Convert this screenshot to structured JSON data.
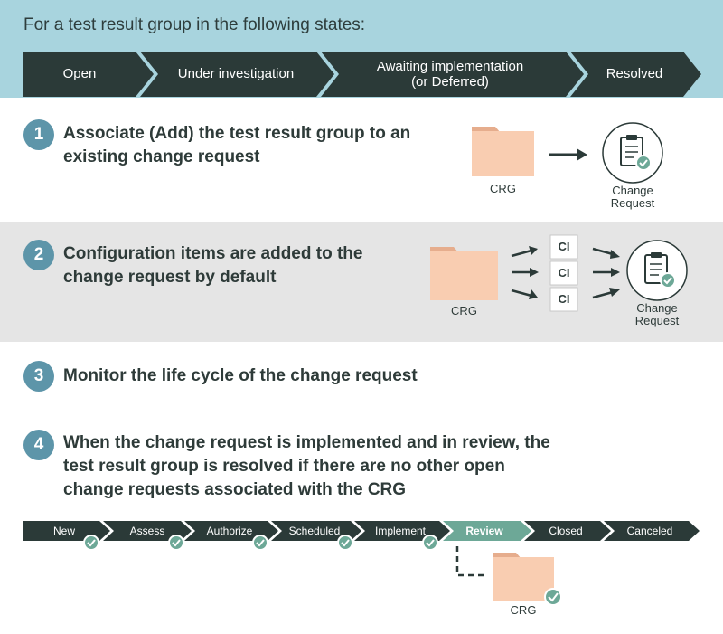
{
  "header": {
    "title": "For a test result group in the following states:",
    "states": [
      "Open",
      "Under investigation",
      "Awaiting implementation\n(or Deferred)",
      "Resolved"
    ]
  },
  "steps": [
    {
      "number": "1",
      "text": "Associate (Add) the test result group to an existing change request"
    },
    {
      "number": "2",
      "text": "Configuration items are added to the change request by default"
    },
    {
      "number": "3",
      "text": "Monitor the life cycle of the change request"
    },
    {
      "number": "4",
      "text": "When the change request is implemented and in review, the test result group is resolved if there are no other open change requests associated with the CRG"
    }
  ],
  "labels": {
    "crg": "CRG",
    "change_request": "Change\nRequest",
    "ci": "CI"
  },
  "lifecycle": [
    "New",
    "Assess",
    "Authorize",
    "Scheduled",
    "Implement",
    "Review",
    "Closed",
    "Canceled"
  ],
  "colors": {
    "header_bg": "#a8d4de",
    "chevron_dark": "#2b3a38",
    "chevron_active": "#6da897",
    "badge": "#5d95a9",
    "check": "#6da897",
    "folder_body": "#f9cdb1",
    "folder_tab": "#e6ad8d",
    "band_gray": "#e5e5e5"
  }
}
